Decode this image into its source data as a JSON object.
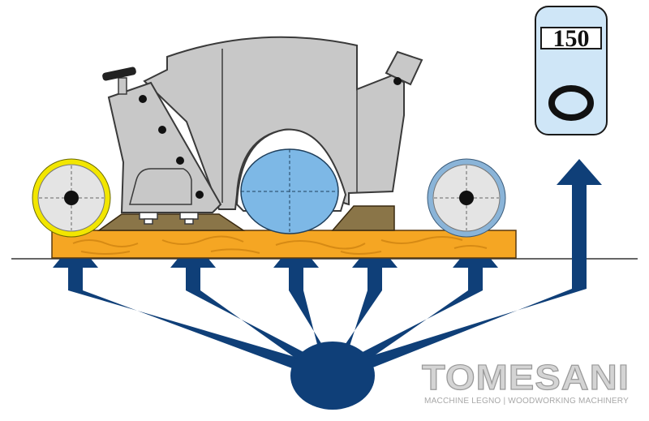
{
  "diagram": {
    "colors": {
      "arrow": "#0f3f78",
      "machine_fill": "#c8c8c8",
      "machine_stroke": "#3a3a3a",
      "wood": "#f5a623",
      "cutter": "#7db8e6",
      "front_roller_ring": "#f2e600",
      "rear_roller_ring": "#8ab4d8",
      "shoe": "#8a7548",
      "readout_fill": "#cfe6f7"
    },
    "readout": {
      "value": "150"
    },
    "feed_rollers": [
      "front-feed-roller",
      "rear-feed-roller"
    ],
    "cutter_head": "cutter-head",
    "arrows": [
      "arrow-1",
      "arrow-2",
      "arrow-3",
      "arrow-4",
      "arrow-5",
      "arrow-6"
    ]
  },
  "brand": {
    "name": "TOMESANI",
    "tagline": "MACCHINE LEGNO | WOODWORKING MACHINERY"
  }
}
